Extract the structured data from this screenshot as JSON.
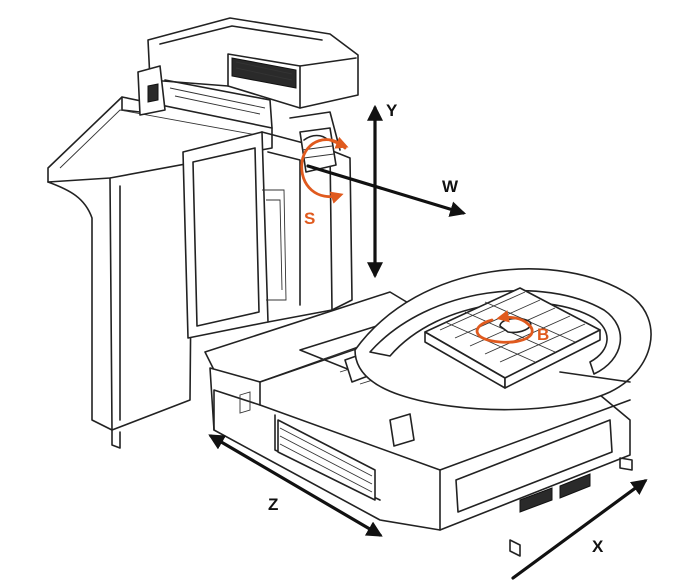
{
  "axes": {
    "x": {
      "label": "X"
    },
    "y": {
      "label": "Y"
    },
    "z": {
      "label": "Z"
    },
    "w": {
      "label": "W"
    }
  },
  "rotations": {
    "s": {
      "label": "S"
    },
    "b": {
      "label": "B"
    }
  },
  "colors": {
    "axis_arrow": "#111111",
    "rotation_arrow": "#e05a1e",
    "line_art": "#222222"
  }
}
